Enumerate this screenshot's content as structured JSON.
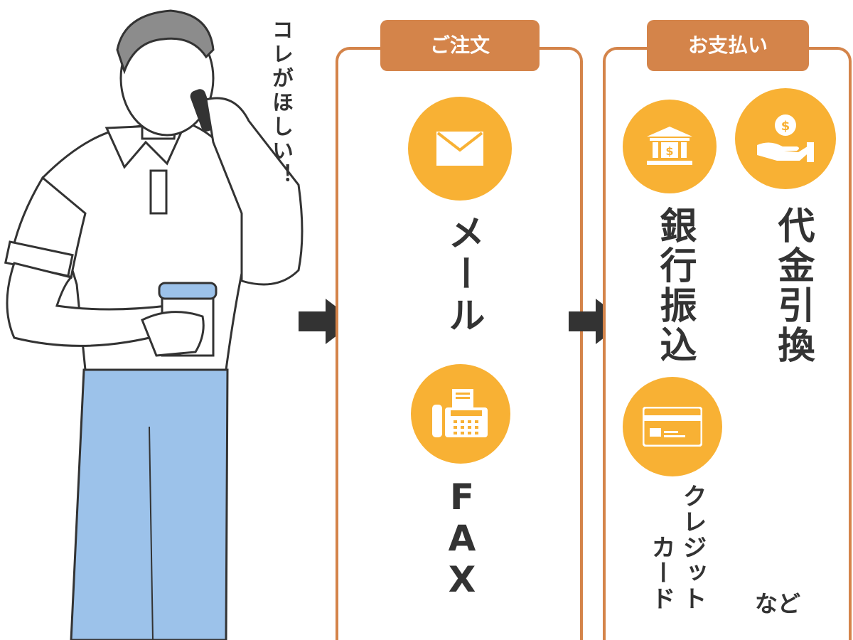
{
  "speech": "コレがほしい！",
  "colors": {
    "panel_border": "#d4844a",
    "tab_fill": "#d4844a",
    "icon_fill": "#f8b134",
    "text": "#333333",
    "pants": "#9cc2ea"
  },
  "order": {
    "title": "ご注文",
    "items": [
      {
        "label": "メール",
        "icon": "envelope-icon"
      },
      {
        "label": "FAX",
        "icon": "fax-icon"
      }
    ]
  },
  "payment": {
    "title": "お支払い",
    "items": [
      {
        "label": "銀行振込",
        "icon": "bank-icon"
      },
      {
        "label": "代金引換",
        "icon": "cash-hand-icon"
      },
      {
        "label_line1": "クレジット",
        "label_line2": "カード",
        "icon": "credit-card-icon"
      }
    ],
    "etc": "など"
  }
}
